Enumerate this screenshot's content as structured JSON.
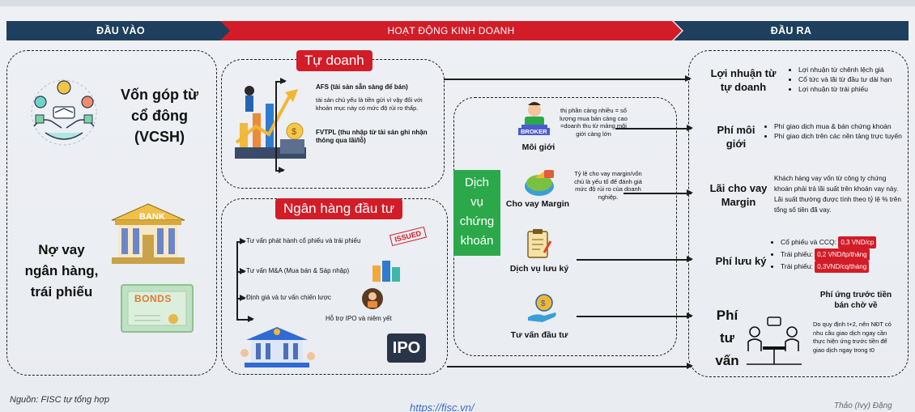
{
  "headers": {
    "left": "ĐẦU VÀO",
    "mid": "HOẠT ĐỘNG KINH DOANH",
    "right": "ĐẦU RA"
  },
  "inputs": {
    "equity": [
      "Vốn góp từ",
      "cổ đông",
      "(VCSH)"
    ],
    "debt": [
      "Nợ vay",
      "ngân hàng,",
      "trái phiếu"
    ],
    "bank_sign": "BANK",
    "bonds_sign": "BONDS"
  },
  "prop_trading": {
    "title": "Tự doanh",
    "afs_title": "AFS (tài sản sẵn sàng để bán)",
    "afs_desc": "tài sản chủ yếu là tiền gửi vì vậy đối với khoản mục này có mức độ rủi ro thấp.",
    "fvtpl_title": "FVTPL (thu nhập từ tài sản ghi nhận thông qua lãi/lỗ)"
  },
  "ib": {
    "title": "Ngân hàng đầu tư",
    "items": [
      "Tư vấn phát hành cổ phiếu và trái phiếu",
      "Tư vấn M&A (Mua bán & Sáp nhập)",
      "Định giá và tư vấn chiến lược",
      "Hỗ trợ IPO và niêm yết"
    ],
    "issued": "ISSUED",
    "ipo": "IPO"
  },
  "securities": {
    "title": [
      "Dịch",
      "vụ",
      "chứng",
      "khoán"
    ],
    "brokerage": "Môi giới",
    "broker_badge": "BROKER",
    "brokerage_note": "thị phần càng nhiều = số lượng mua bán càng cao =doanh thu từ mảng môi giới càng lớn",
    "margin": "Cho vay Margin",
    "margin_note": "Tỷ lệ cho vay margin/vốn chủ là yếu tố để đánh giá mức độ rủi ro của doanh nghiệp.",
    "custody": "Dịch vụ lưu ký",
    "advisory": "Tư vấn đầu tư"
  },
  "outputs": {
    "prop_profit": {
      "title": [
        "Lợi nhuận từ",
        "tự doanh"
      ],
      "bullets": [
        "Lợi nhuận từ chênh lệch giá",
        "Cổ tức và lãi từ đầu tư dài hạn",
        "Lợi nhuận từ trái phiếu"
      ]
    },
    "broker_fee": {
      "title": [
        "Phí môi",
        "giới"
      ],
      "bullets": [
        "Phí giao dịch mua & bán chứng khoán",
        "Phí giao dịch trên các nền tảng trực tuyến"
      ]
    },
    "margin_interest": {
      "title": [
        "Lãi cho vay",
        "Margin"
      ],
      "desc": "Khách hàng vay vốn từ công ty chứng khoán phải trả lãi suất trên khoản vay này. Lãi suất thường được tính theo tỷ lệ % trên tổng số tiền đã vay."
    },
    "custody_fee": {
      "title": "Phí lưu ký",
      "rows": [
        {
          "label": "Cổ phiếu và CCQ:",
          "fee": "0,3 VND/cp"
        },
        {
          "label": "Trái phiếu:",
          "fee": "0,2 VND/tp/tháng"
        },
        {
          "label": "Trái phiếu:",
          "fee": "0,3VND/cq/tháng"
        }
      ]
    },
    "advisory_fee": {
      "title": [
        "Phí",
        "tư",
        "vấn"
      ],
      "advance_title": "Phí ứng trước tiền bán chờ về",
      "advance_desc": "Do quy định t+2, nên NĐT có nhu cầu giao dịch ngay cần thực hiện ứng trước tiền để giao dịch ngay trong t0"
    }
  },
  "footer": {
    "source": "Nguồn: FISC tự tổng hợp",
    "url": "https://fisc.vn/",
    "author": "Thảo (Ivy) Đặng"
  }
}
